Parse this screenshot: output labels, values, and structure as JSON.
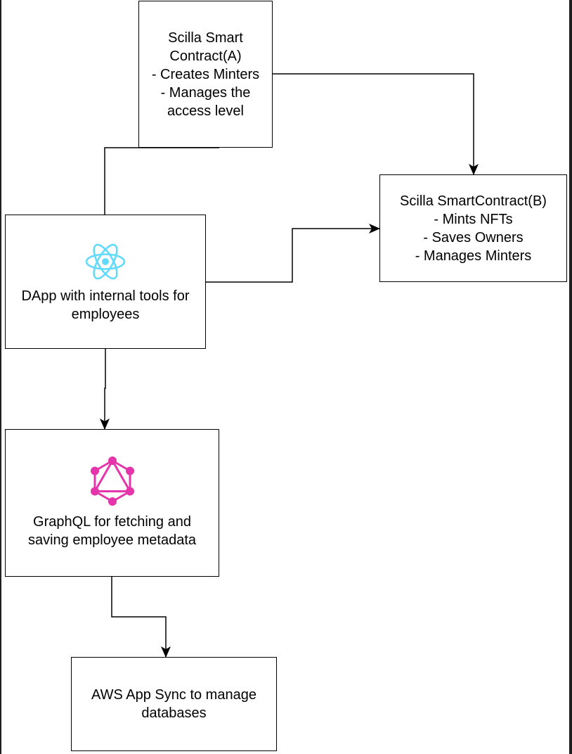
{
  "nodes": {
    "contract_a": {
      "lines": [
        "Scilla Smart",
        "Contract(A)",
        "- Creates Minters",
        "- Manages the",
        "access level"
      ]
    },
    "contract_b": {
      "lines": [
        "Scilla SmartContract(B)",
        "- Mints NFTs",
        "- Saves Owners",
        "- Manages Minters"
      ]
    },
    "dapp": {
      "icon": "react-icon",
      "lines": [
        "DApp with internal tools for",
        "employees"
      ]
    },
    "graphql": {
      "icon": "graphql-icon",
      "lines": [
        "GraphQL for fetching and",
        "saving employee metadata"
      ]
    },
    "aws": {
      "lines": [
        "AWS App Sync to manage",
        "databases"
      ]
    }
  },
  "edges": [
    {
      "from": "dapp",
      "to": "contract_a",
      "arrow": false
    },
    {
      "from": "contract_a",
      "to": "contract_b",
      "arrow": true
    },
    {
      "from": "dapp",
      "to": "contract_b",
      "arrow": true
    },
    {
      "from": "dapp",
      "to": "graphql",
      "arrow": true
    },
    {
      "from": "graphql",
      "to": "aws",
      "arrow": true
    }
  ],
  "colors": {
    "react": "#61dafb",
    "graphql": "#e535ab",
    "stroke": "#000000",
    "background": "#ffffff"
  }
}
